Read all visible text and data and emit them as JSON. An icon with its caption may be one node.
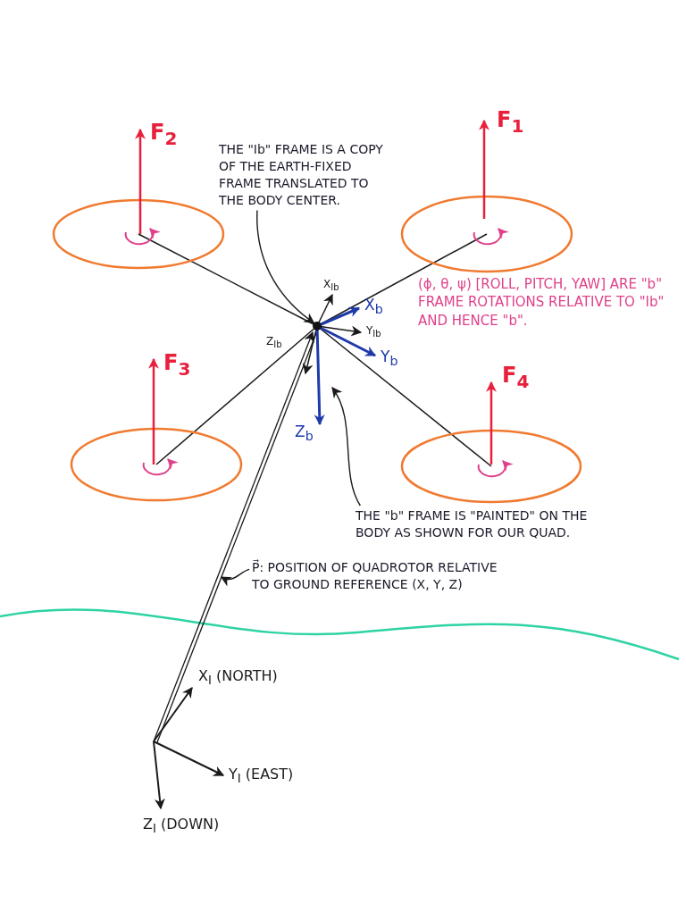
{
  "diagram": {
    "nodes": [
      {
        "text": [
          "THE \"Ib\" FRAME IS A COPY OF THE EARTH-FIXED FRAME TRANSLATED TO THE BODY CENTER."
        ]
      },
      {
        "text": [],
        "shape": "circle"
      },
      {
        "text": [
          "THE \"b\" FRAME IS \"PAINTED\" ON THE BODY AS SHOWN FOR OUR QUAD."
        ]
      },
      {
        "text": [
          "P⃗: POSITION OF QUADROTOR RELATIVE TO GROUND REFERENCE (X, Y, Z)"
        ]
      }
    ],
    "edges": [
      {
        "from": 0,
        "to": 1,
        "arrow": "to"
      },
      {
        "from": 2,
        "to": null,
        "arrow": "to"
      },
      {
        "from": 3,
        "to": null,
        "arrow": "to"
      }
    ],
    "labels": [
      "F$_{2}$",
      "F$_{1}$",
      "X$_{Ib}$",
      "(ϕ, θ, ψ) [ROLL, PITCH, YAW] ARE \"b\" FRAME ROTATIONS RELATIVE TO \"Ib\" AND HENCE \"b\".",
      "X$_{b}$",
      "Y$_{Ib}$",
      "F$_{3}$",
      "Y$_{b}$",
      "F$_{4}$",
      "Z$_{Ib}$",
      "Z$_{b}$",
      "X$_{I}$ (NORTH)",
      "Y$_{I}$ (EAST)",
      "Z$_{I}$ (DOWN)"
    ]
  }
}
